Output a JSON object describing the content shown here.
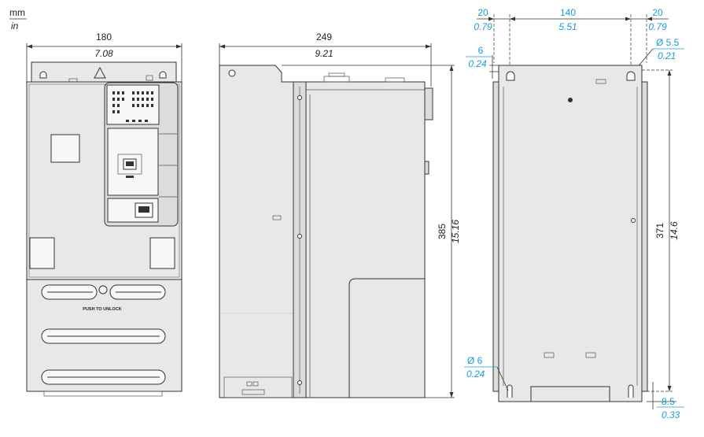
{
  "units": {
    "primary": "mm",
    "secondary": "in"
  },
  "front_view": {
    "width_mm": "180",
    "width_in": "7.08",
    "panel_label": "PUSH TO UNLOCK"
  },
  "side_view": {
    "depth_mm": "249",
    "depth_in": "9.21",
    "height_mm": "385",
    "height_in": "15.16"
  },
  "mounting_view": {
    "left_offset_mm": "20",
    "left_offset_in": "0.79",
    "hole_spacing_mm": "140",
    "hole_spacing_in": "5.51",
    "right_offset_mm": "20",
    "right_offset_in": "0.79",
    "top_offset_mm": "6",
    "top_offset_in": "0.24",
    "top_hole_dia_mm": "Ø 5.5",
    "top_hole_dia_in": "0.21",
    "hole_height_mm": "371",
    "hole_height_in": "14.6",
    "bottom_hole_dia_mm": "Ø 6",
    "bottom_hole_dia_in": "0.24",
    "bottom_offset_mm": "8.5",
    "bottom_offset_in": "0.33"
  },
  "colors": {
    "dimension_blue": "#1a9bd7",
    "body_fill": "#e8e8e8",
    "outline": "#333333"
  }
}
